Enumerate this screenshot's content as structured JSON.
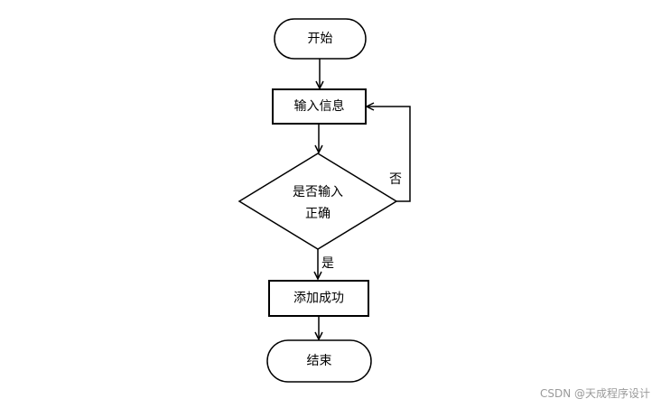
{
  "nodes": {
    "start": {
      "label": "开始",
      "shape": "terminal"
    },
    "input": {
      "label": "输入信息",
      "shape": "process"
    },
    "check": {
      "label_line1": "是否输入",
      "label_line2": "正确",
      "shape": "decision"
    },
    "add": {
      "label": "添加成功",
      "shape": "process"
    },
    "end": {
      "label": "结束",
      "shape": "terminal"
    }
  },
  "edges": {
    "yes_label": "是",
    "no_label": "否"
  },
  "watermark": "CSDN @天成程序设计",
  "colors": {
    "stroke": "#000000",
    "fill": "#ffffff",
    "watermark": "#9a9a9a"
  }
}
